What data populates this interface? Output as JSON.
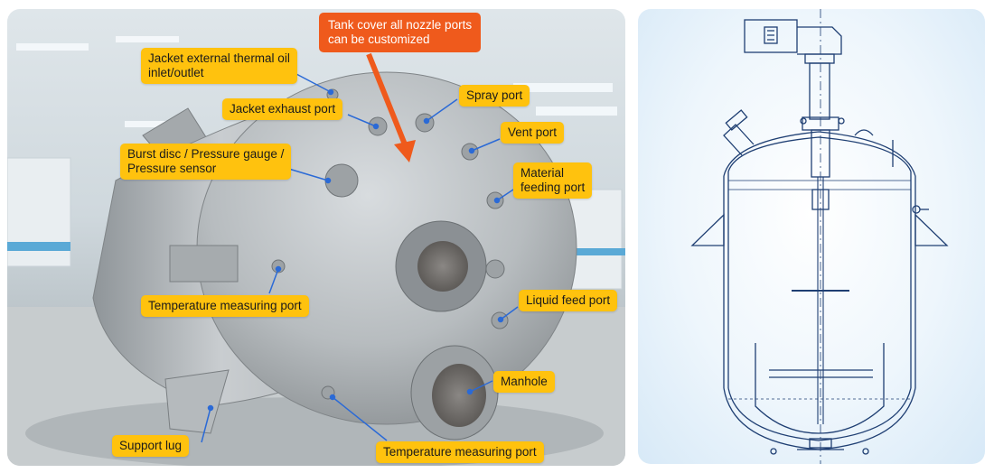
{
  "callout": {
    "text": "Tank cover all nozzle ports\ncan be customized"
  },
  "labels": {
    "jacket_oil": "Jacket external thermal oil\ninlet/outlet",
    "jacket_exhaust": "Jacket exhaust port",
    "spray": "Spray port",
    "vent": "Vent port",
    "burst": "Burst disc / Pressure gauge /\nPressure sensor",
    "material": "Material\nfeeding port",
    "temp1": "Temperature measuring port",
    "liquid": "Liquid feed port",
    "manhole": "Manhole",
    "support": "Support lug",
    "temp2": "Temperature measuring port"
  },
  "colors": {
    "label_bg": "#ffc20e",
    "callout_bg": "#ef5a1c",
    "diagram_line": "#1f3f73",
    "diagram_bg": "#d7e9f7"
  }
}
